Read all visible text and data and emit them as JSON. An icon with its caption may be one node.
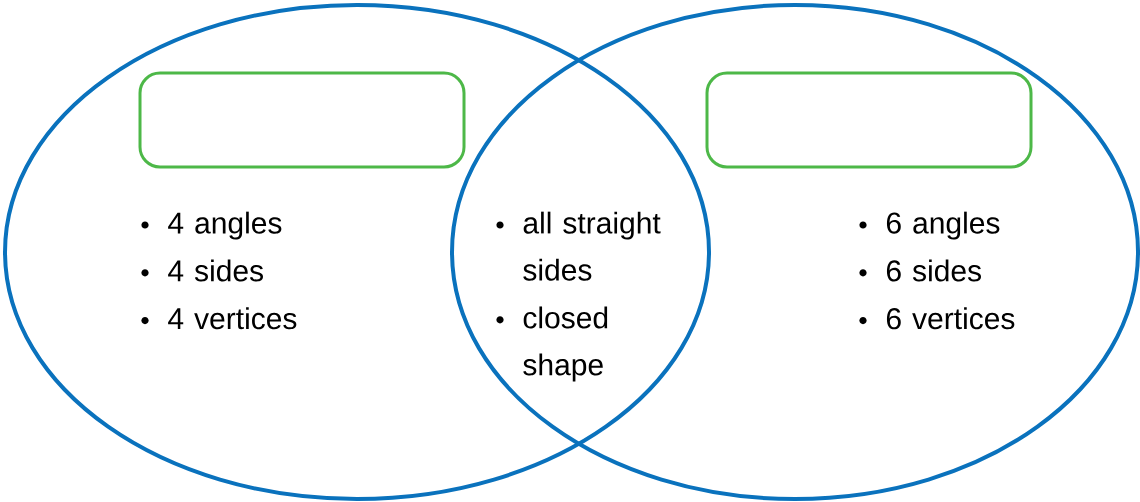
{
  "diagram": {
    "nodes": [
      {
        "text": [
          "4 angles",
          "4 sides",
          "4 vertices"
        ]
      },
      {
        "text": [
          "6 angles",
          "6 sides",
          "6 vertices"
        ]
      },
      {
        "text": [],
        "shape": "box",
        "in": 0
      },
      {
        "text": [],
        "shape": "box",
        "in": 1
      }
    ],
    "labels": [
      "all straight sides",
      "closed shape"
    ]
  }
}
